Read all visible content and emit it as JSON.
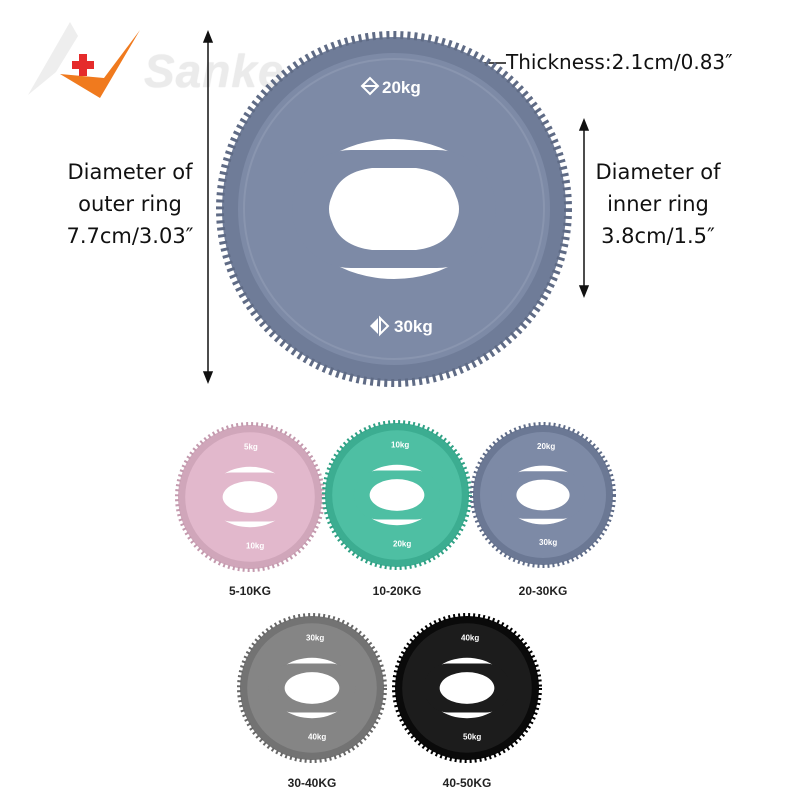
{
  "brand": {
    "name": "Sanke",
    "accent": "#f07a1e",
    "cross": "#e52b2b"
  },
  "annotations": {
    "thickness": "Thickness:2.1cm/0.83″",
    "outer_ring": [
      "Diameter of",
      "outer ring",
      "7.7cm/3.03″"
    ],
    "inner_ring": [
      "Diameter of",
      "inner ring",
      "3.8cm/1.5″"
    ]
  },
  "main_ring": {
    "top_label": "20kg",
    "bottom_label": "30kg",
    "color": "#7d8aa6"
  },
  "variants": [
    {
      "top": "5kg",
      "bottom": "10kg",
      "caption": "5-10KG",
      "color": "#e2b8cc"
    },
    {
      "top": "10kg",
      "bottom": "20kg",
      "caption": "10-20KG",
      "color": "#4ebfa3"
    },
    {
      "top": "20kg",
      "bottom": "30kg",
      "caption": "20-30KG",
      "color": "#7d8aa6"
    },
    {
      "top": "30kg",
      "bottom": "40kg",
      "caption": "30-40KG",
      "color": "#858585"
    },
    {
      "top": "40kg",
      "bottom": "50kg",
      "caption": "40-50KG",
      "color": "#1c1c1c"
    }
  ]
}
